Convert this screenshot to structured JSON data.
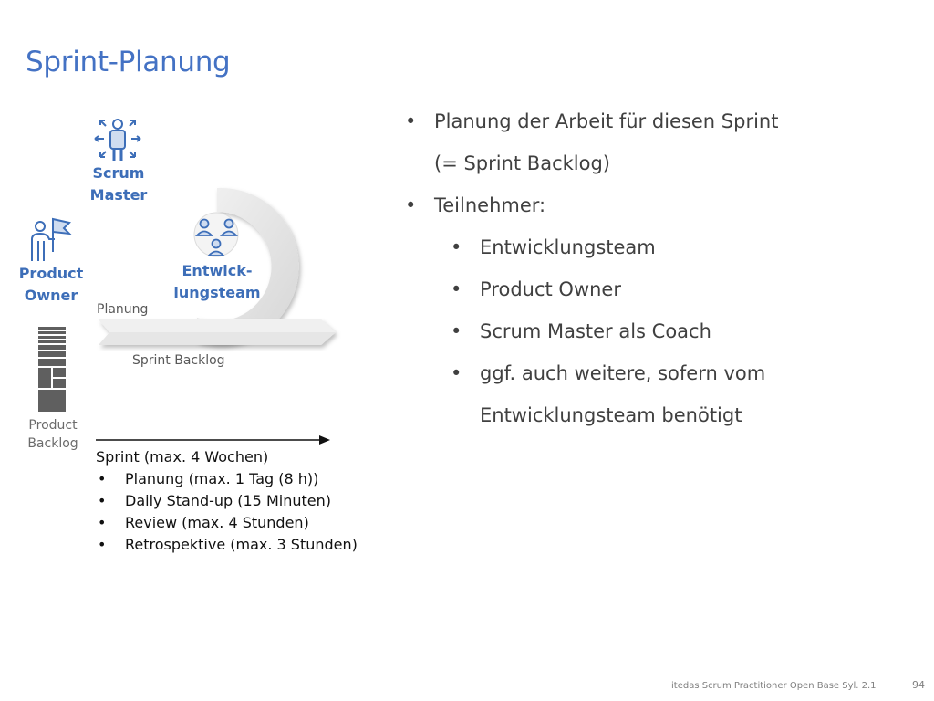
{
  "title": "Sprint-Planung",
  "diagram": {
    "scrum_master": {
      "line1": "Scrum",
      "line2": "Master"
    },
    "product_owner": {
      "line1": "Product",
      "line2": "Owner"
    },
    "dev_team": {
      "line1": "Entwick-",
      "line2": "lungsteam"
    },
    "planung_label": "Planung",
    "sprint_backlog_label": "Sprint Backlog",
    "product_backlog": {
      "line1": "Product",
      "line2": "Backlog"
    }
  },
  "sprint_info": {
    "heading": "Sprint (max. 4 Wochen)",
    "items": [
      "Planung (max. 1 Tag (8 h))",
      "Daily Stand-up (15 Minuten)",
      "Review (max. 4 Stunden)",
      "Retrospektive (max. 3 Stunden)"
    ]
  },
  "content": {
    "b1_line1": "Planung der Arbeit für diesen Sprint",
    "b1_line2": "(= Sprint Backlog)",
    "b2": "Teilnehmer:",
    "sub": [
      "Entwicklungsteam",
      "Product Owner",
      "Scrum Master als Coach"
    ],
    "sub4_line1": "ggf. auch weitere, sofern vom",
    "sub4_line2": "Entwicklungsteam benötigt"
  },
  "footer": "itedas Scrum Practitioner Open Base Syl. 2.1",
  "page_number": "94",
  "colors": {
    "title": "#4472c4",
    "role_label": "#3d6eb8",
    "icon": "#3d6eb8",
    "loop": "#e4e4e4"
  }
}
